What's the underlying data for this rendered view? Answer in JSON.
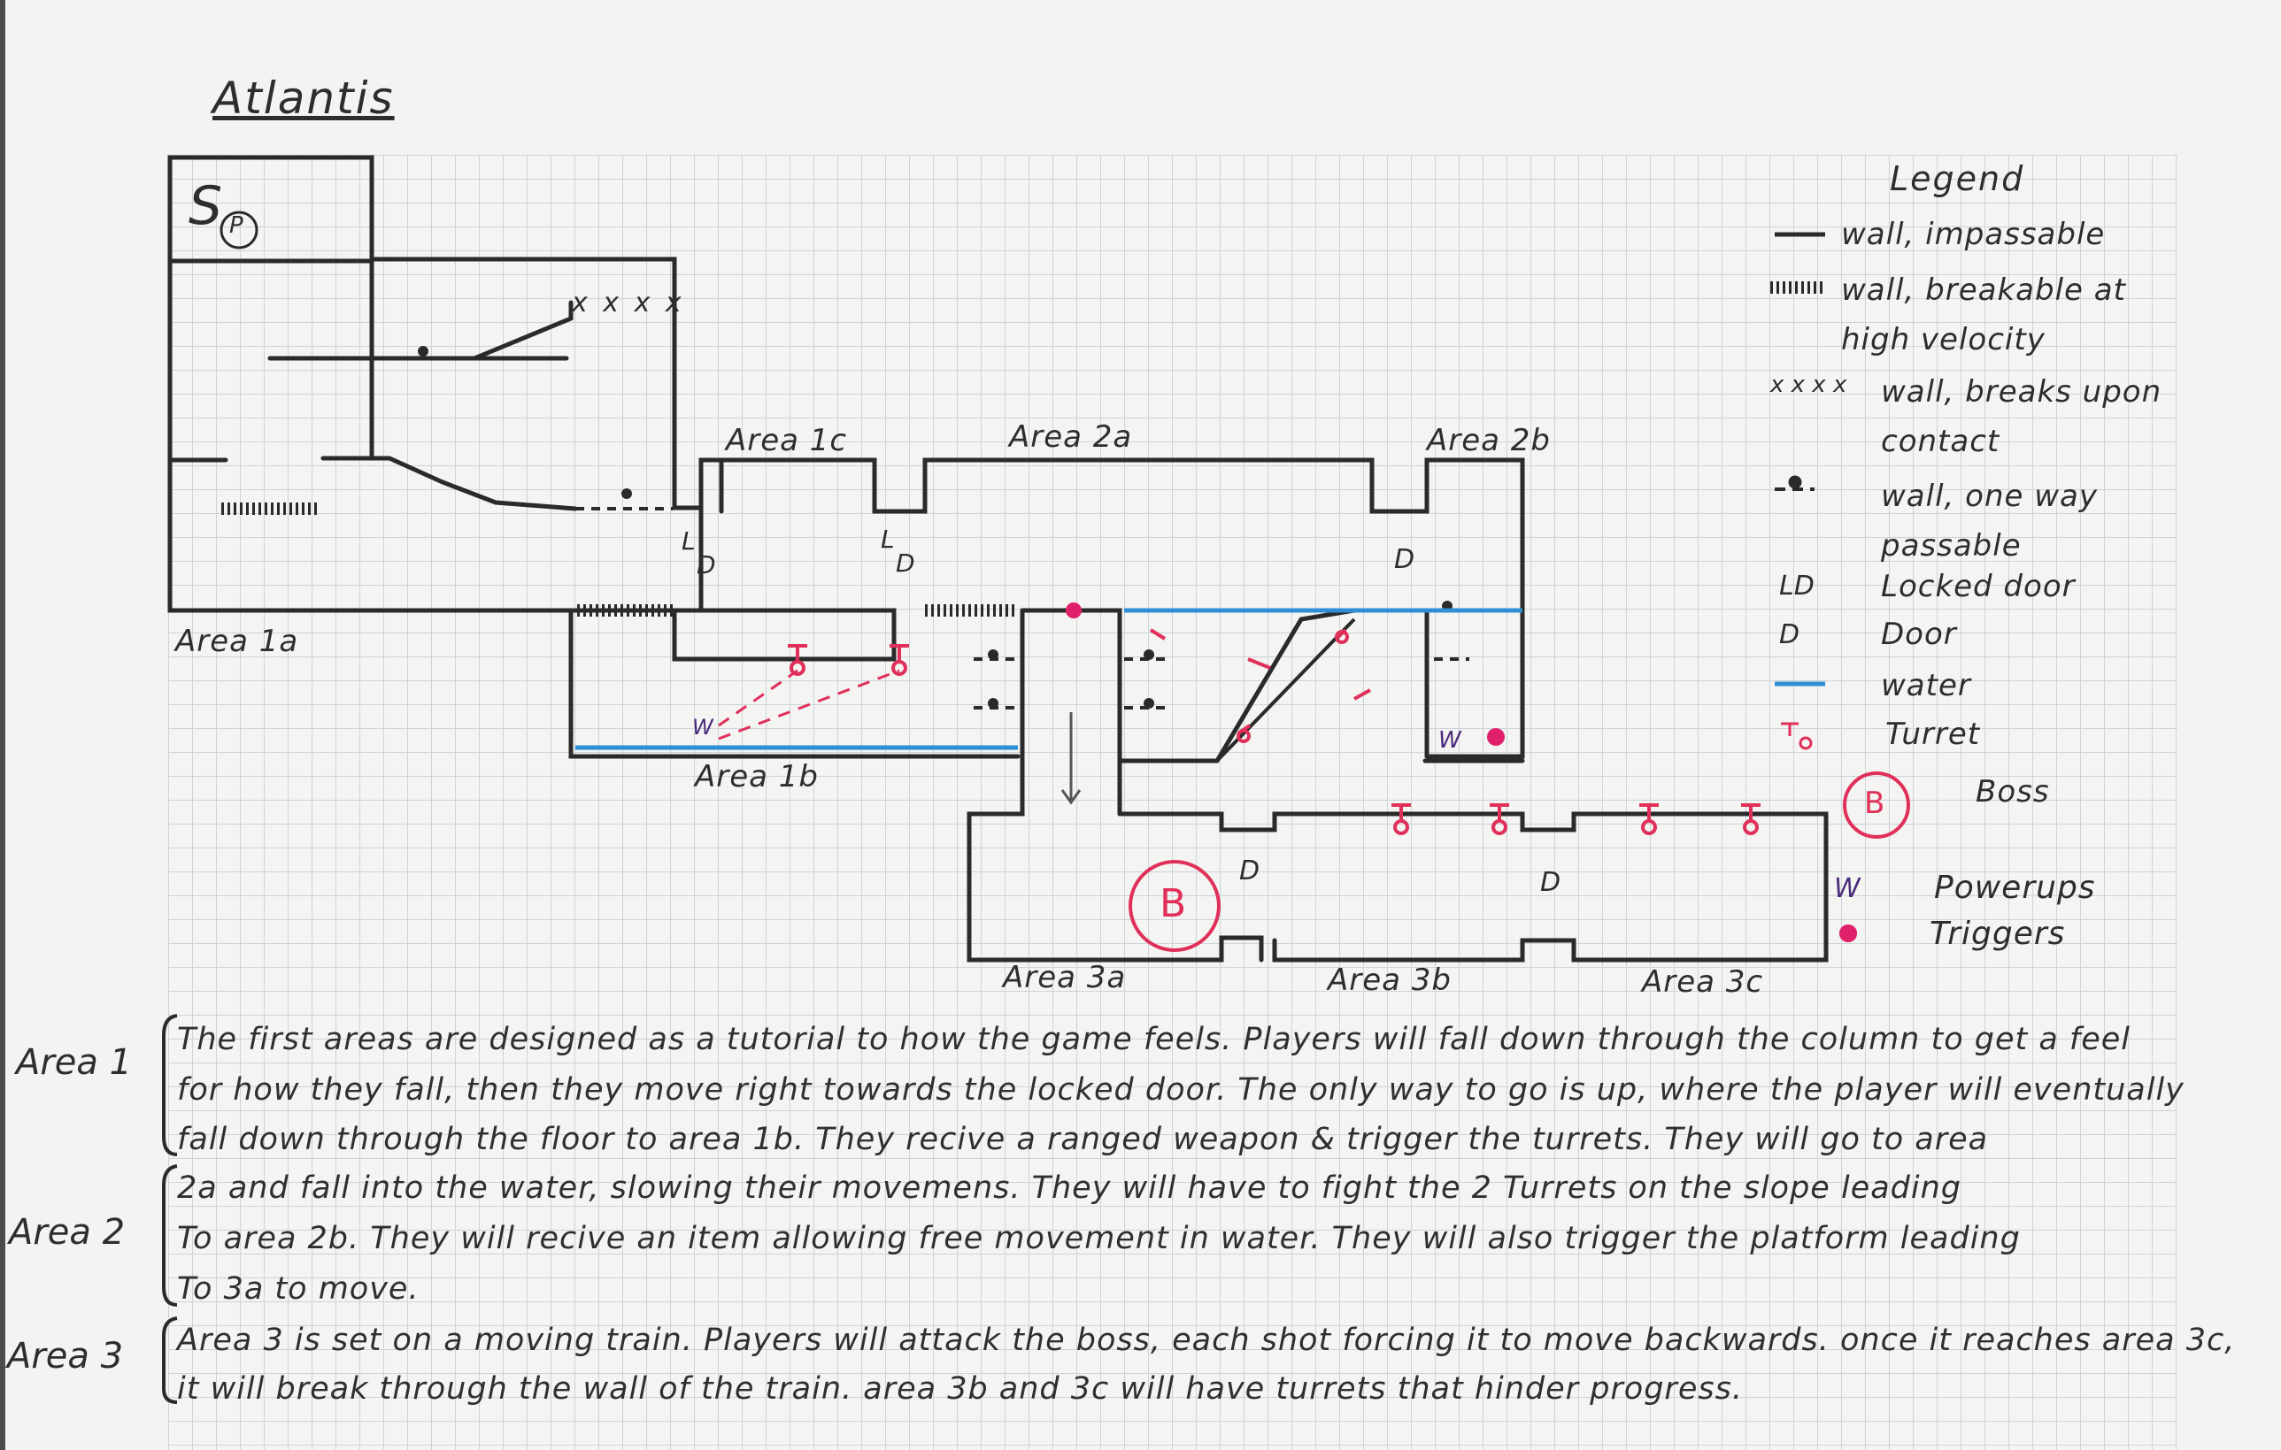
{
  "title": "Atlantis",
  "legend": {
    "title": "Legend",
    "items": [
      {
        "label": "wall, impassable",
        "icon": "solid-wall-icon"
      },
      {
        "label": "wall, breakable at high velocity",
        "icon": "breakable-wall-icon"
      },
      {
        "label": "wall, breaks upon contact",
        "icon": "xxx-wall-icon"
      },
      {
        "label": "wall, one way passable",
        "icon": "one-way-wall-icon"
      },
      {
        "label": "Locked door",
        "icon": "locked-door-icon",
        "symbol": "LD"
      },
      {
        "label": "Door",
        "icon": "door-icon",
        "symbol": "D"
      },
      {
        "label": "water",
        "icon": "water-icon"
      },
      {
        "label": "Turret",
        "icon": "turret-icon"
      },
      {
        "label": "Boss",
        "icon": "boss-icon",
        "symbol": "B"
      },
      {
        "label": "Powerups",
        "icon": "powerup-icon",
        "symbol": "W"
      },
      {
        "label": "Triggers",
        "icon": "trigger-icon"
      }
    ]
  },
  "map": {
    "start_marker": "S",
    "player_marker": "P",
    "areas": {
      "a1a": "Area 1a",
      "a1b": "Area 1b",
      "a1c": "Area 1c",
      "a2a": "Area 2a",
      "a2b": "Area 2b",
      "a3a": "Area 3a",
      "a3b": "Area 3b",
      "a3c": "Area 3c"
    },
    "door_symbol": "D",
    "locked_symbol": "L",
    "boss_symbol": "B",
    "powerup_symbol": "W",
    "xxx_symbol": "x x x x"
  },
  "colors": {
    "wall": "#2a2a2a",
    "water": "#2d8fd6",
    "turret": "#e0305a",
    "trigger": "#e0206a",
    "powerup": "#4a2a7a"
  },
  "notes": [
    {
      "label": "Area 1",
      "lines": [
        "The first areas are designed as a tutorial to how the game feels.  Players will fall down through the column to get a feel",
        "for how they fall, then they move right towards the locked door. The only way to go is up, where the player will eventually",
        "fall down through the floor to area 1b. They recive a ranged weapon & trigger the turrets.  They will go to area"
      ]
    },
    {
      "label": "Area 2",
      "lines": [
        "2a  and fall into the water, slowing their movemens.  They will have to fight the 2 Turrets on the slope leading",
        "To area 2b.  They will recive an item allowing free movement in water.  They will also trigger the platform leading",
        "To 3a to move."
      ]
    },
    {
      "label": "Area 3",
      "lines": [
        "Area 3 is set on a moving train.  Players will attack the boss, each shot forcing it to move backwards.  once it reaches area 3c,",
        "it will break through the wall of the train.    area 3b and 3c  will have turrets that hinder progress."
      ]
    }
  ]
}
